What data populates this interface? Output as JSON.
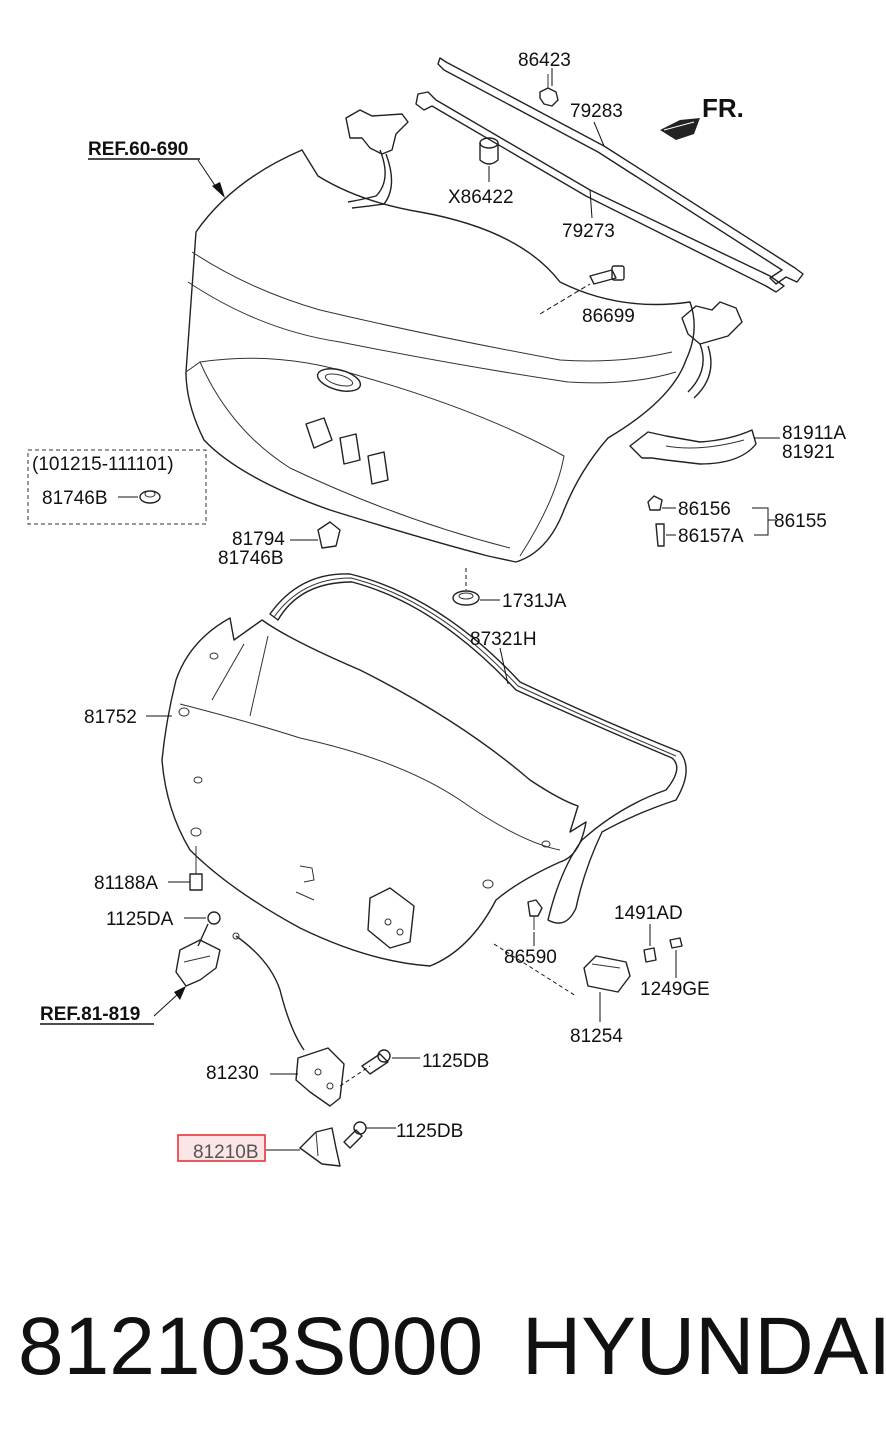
{
  "direction_label": "FR.",
  "refs": [
    "REF.60-690",
    "REF.81-819"
  ],
  "date_range": "(101215-111101)",
  "labels": {
    "p86423": "86423",
    "p79283": "79283",
    "pX86422": "X86422",
    "p79273": "79273",
    "p86699": "86699",
    "p81911A": "81911A",
    "p81921": "81921",
    "p86156": "86156",
    "p86157A": "86157A",
    "p86155": "86155",
    "p81746B_a": "81746B",
    "p81794": "81794",
    "p81746B_b": "81746B",
    "p1731JA": "1731JA",
    "p87321H": "87321H",
    "p81752": "81752",
    "p81188A": "81188A",
    "p1125DA": "1125DA",
    "p86590": "86590",
    "p1491AD": "1491AD",
    "p1249GE": "1249GE",
    "p81254": "81254",
    "p81230": "81230",
    "p1125DB_a": "1125DB",
    "p1125DB_b": "1125DB",
    "p81210B": "81210B"
  },
  "highlight": {
    "label": "81210B",
    "color": "#e8323c"
  },
  "footer": {
    "part_number": "812103S000",
    "brand": "HYUNDAI"
  }
}
